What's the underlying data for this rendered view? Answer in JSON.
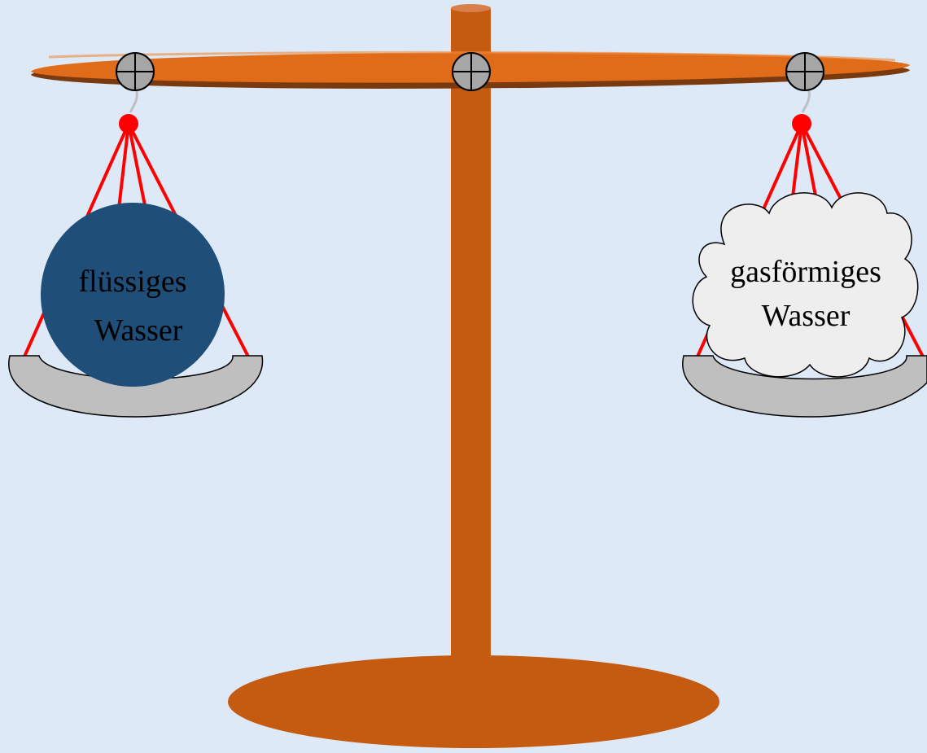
{
  "colors": {
    "background": "#dde9f6",
    "wood": "#c55a11",
    "wood_light": "#e8721f",
    "wood_dark": "#7a3a10",
    "string": "#ff0000",
    "pan": "#bfbfbf",
    "pivot": "#a6a6a6",
    "liquid_water": "#1f4e79",
    "gas_cloud": "#eeeeee"
  },
  "left_pan": {
    "label_line1": "flüssiges",
    "label_line2": "Wasser",
    "icon": "circle-weight"
  },
  "right_pan": {
    "label_line1": "gasförmiges",
    "label_line2": "Wasser",
    "icon": "cloud"
  }
}
